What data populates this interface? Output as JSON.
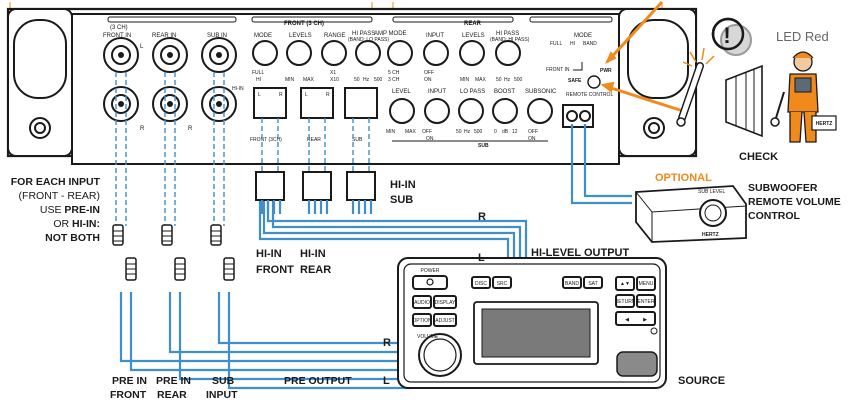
{
  "colors": {
    "cable": "#3f8fcc",
    "accent": "#f08a1c",
    "line": "#1a1a1a",
    "led": "#9a9a9a"
  },
  "amp": {
    "in_3ch": "(3 CH)",
    "front_in": "FRONT IN",
    "rear_in": "REAR IN",
    "sub_in": "SUB IN",
    "hi_in": "HI-IN",
    "ch_L": "L",
    "ch_R": "R",
    "front_3ch_title": "FRONT (3 CH)",
    "rear_title": "REAR",
    "mode": "MODE",
    "levels": "LEVELS",
    "range": "RANGE",
    "hi_pass": "HI PASS",
    "band_lo_pass": "(BAND: LO PASS)",
    "band_hi_pass": "(BAND: HI PASS)",
    "amp_mode": "AMP MODE",
    "input": "INPUT",
    "full": "FULL",
    "hi": "HI",
    "min": "MIN",
    "max": "MAX",
    "x1": "X1",
    "x10": "X10",
    "hz_50": "50",
    "hz": "Hz",
    "hz_500": "500",
    "ch5": "5 CH",
    "ch3": "3 CH",
    "off": "OFF",
    "on": "ON",
    "mode_full": "FULL",
    "mode_hi": "HI",
    "mode_band": "BAND",
    "front_in_sw": "FRONT IN",
    "pwr": "PWR",
    "safe": "SAFE",
    "remote_control": "REMOTE CONTROL",
    "hi_front_3ch": "FRONT (3CH)",
    "hi_rear": "REAR",
    "hi_sub": "SUB",
    "sub_level": "LEVEL",
    "sub_input": "INPUT",
    "lo_pass": "LO PASS",
    "boost": "BOOST",
    "subsonic": "SUBSONIC",
    "db_0": "0",
    "db": "dB",
    "db_12": "12",
    "sub_footer": "SUB"
  },
  "labels": {
    "for_each_input_1": "FOR EACH INPUT",
    "for_each_input_2": "(FRONT - REAR)",
    "use_pre_in_pre": "USE ",
    "use_pre_in": "PRE-IN",
    "or_hi_in_pre": "OR ",
    "or_hi_in": "HI-IN:",
    "not_both": "NOT BOTH",
    "hi_in_sub_1": "HI-IN",
    "hi_in_sub_2": "SUB",
    "hi_in_front_1": "HI-IN",
    "hi_in_front_2": "FRONT",
    "hi_in_rear_1": "HI-IN",
    "hi_in_rear_2": "REAR",
    "r_upper": "R",
    "l_upper": "L",
    "hi_level_output": "HI-LEVEL OUTPUT",
    "r_lower": "R",
    "l_lower": "L",
    "pre_in_front_1": "PRE IN",
    "pre_in_front_2": "FRONT",
    "pre_in_rear_1": "PRE IN",
    "pre_in_rear_2": "REAR",
    "sub_input_1": "SUB",
    "sub_input_2": "INPUT",
    "pre_output": "PRE OUTPUT",
    "source": "SOURCE",
    "optional": "OPTIONAL",
    "sub_remote_1": "SUBWOOFER",
    "sub_remote_2": "REMOTE VOLUME",
    "sub_remote_3": "CONTROL",
    "led_red": "LED Red",
    "check": "CHECK",
    "remote_sub_level": "SUB LEVEL",
    "remote_brand": "HERTZ",
    "tech_brand": "HERTZ"
  },
  "headunit": {
    "btn_power": "POWER",
    "btn_disc": "DISC",
    "btn_src": "SRC",
    "btn_band": "BAND",
    "btn_sat": "SAT",
    "btn_menu": "MENU",
    "btn_audio": "AUDIO",
    "btn_display": "DISPLAY",
    "btn_return": "RETURN",
    "btn_enter": "ENTER",
    "btn_option": "OPTION",
    "btn_adjust": "ADJUST",
    "btn_volume": "VOLUME"
  }
}
